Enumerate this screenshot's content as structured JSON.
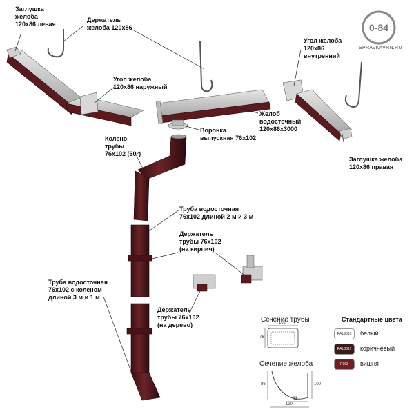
{
  "labels": {
    "cap_left": [
      "Заглушка",
      "желоба",
      "120х86 левая"
    ],
    "holder_gutter": [
      "Держатель",
      "желоба 120х86"
    ],
    "corner_inner": [
      "Угол желоба",
      "120х86",
      "внутренний"
    ],
    "corner_outer": [
      "Угол желоба",
      "120х86 наружный"
    ],
    "gutter": [
      "Желоб",
      "водосточный",
      "120х86х3000"
    ],
    "funnel": [
      "Воронка",
      "выпускная 76х102"
    ],
    "elbow": [
      "Колено",
      "трубы",
      "76х102 (60°)"
    ],
    "cap_right": [
      "Заглушка желоба",
      "120х86 правая"
    ],
    "pipe": [
      "Труба водосточная",
      "76х102 длиной 2 м и 3 м"
    ],
    "holder_brick": [
      "Держатель",
      "трубы 76х102",
      "(на кирпич)"
    ],
    "pipe_elbow": [
      "Труба водосточная",
      "76х102 с коленом",
      "длиной 3 м и 1 м"
    ],
    "holder_wood": [
      "Держатель",
      "трубы 76х102",
      "(на дерево)"
    ]
  },
  "logo": {
    "number": "0-84",
    "site": "SPRAVKAVRN.RU"
  },
  "sections": {
    "pipe_title": "Сечение трубы",
    "gutter_title": "Сечение желоба",
    "pipe_dims": [
      "102",
      "76"
    ],
    "gutter_dims": [
      "86",
      "100",
      "83",
      "120"
    ]
  },
  "colors": {
    "title": "Стандартные цвета",
    "items": [
      {
        "code": "RAL9010",
        "name": "белый",
        "hex": "#ffffff",
        "text": "#333333"
      },
      {
        "code": "RAL8017",
        "name": "коричневый",
        "hex": "#3a1a14",
        "text": "#ffffff"
      },
      {
        "code": "P363",
        "name": "вишня",
        "hex": "#6e1e25",
        "text": "#ffffff"
      }
    ]
  },
  "palette": {
    "metal": "#5a1a1e",
    "metal_dark": "#3a0f12",
    "inner": "#c8c8c8",
    "steel": "#d8d8d8"
  }
}
